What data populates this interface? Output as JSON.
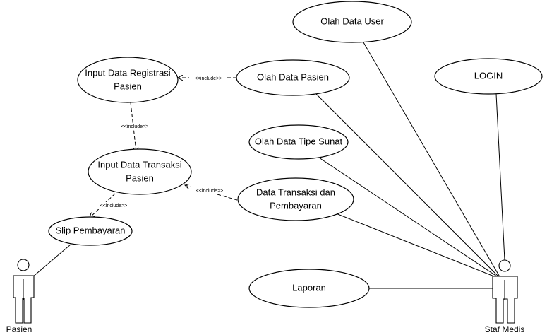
{
  "actors": {
    "pasien": "Pasien",
    "staf_medis": "Staf Medis"
  },
  "use_cases": {
    "olah_data_user": "Olah Data User",
    "login": "LOGIN",
    "olah_data_pasien": "Olah Data Pasien",
    "input_data_registrasi": [
      "Input Data Registrasi",
      "Pasien"
    ],
    "olah_data_tipe_sunat": "Olah Data Tipe Sunat",
    "input_data_transaksi": [
      "Input Data Transaksi",
      "Pasien"
    ],
    "data_transaksi_pembayaran": [
      "Data Transaksi dan",
      "Pembayaran"
    ],
    "slip_pembayaran": "Slip Pembayaran",
    "laporan": "Laporan"
  },
  "relations": {
    "include_label": "<<include>>"
  }
}
